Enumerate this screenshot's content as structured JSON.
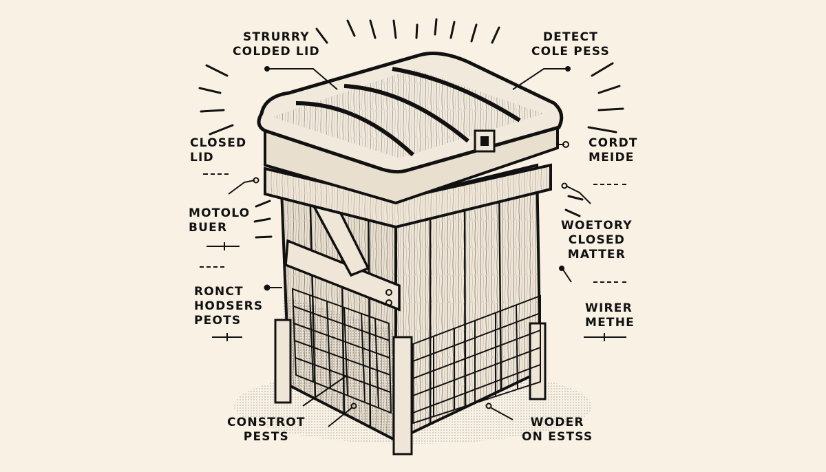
{
  "labels": {
    "sturdy_lid": [
      "STRURRY",
      "COLDED LID"
    ],
    "detect_pests": [
      "DETECT",
      "COLE PESS"
    ],
    "closed_lid": [
      "CLOSED",
      "LID"
    ],
    "cord_mesh": [
      "CORDT",
      "MEIDE"
    ],
    "motolo_buer": [
      "MOTOLO",
      "BUER"
    ],
    "closed_matter": [
      "WOETORY",
      "CLOSED",
      "MATTER"
    ],
    "ronct_pests": [
      "RONCT",
      "HODSERS",
      "PEOTS"
    ],
    "wire_mesh": [
      "WIRER",
      "METHE"
    ],
    "control_pests": [
      "CONSTROT",
      "PESTS"
    ],
    "woder_estss": [
      "WODER",
      "ON  ESTSS"
    ]
  },
  "colors": {
    "background": "#f8f1e4",
    "ink": "#111111",
    "wood_light": "#e9dfcf",
    "shadow": "#cfc6b6"
  }
}
